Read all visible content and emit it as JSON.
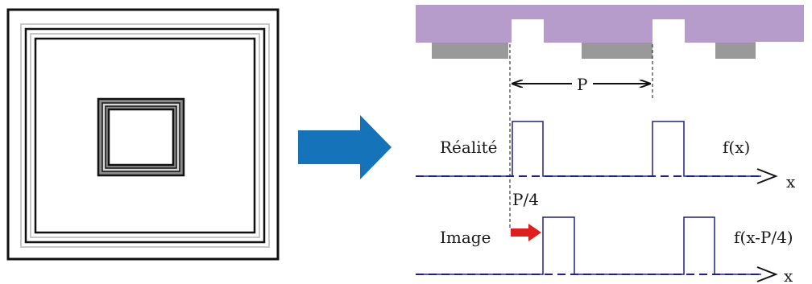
{
  "labels": {
    "period": "P",
    "reality": "Réalité",
    "reality_function": "f(x)",
    "axis_top": "x",
    "shift": "P/4",
    "image": "Image",
    "image_function": "f(x-P/4)",
    "axis_bottom": "x"
  },
  "colors": {
    "mask": "#b69ccb",
    "substrate": "#999999",
    "arrow_main": "#1573ba",
    "shift_arrow": "#e11d1d",
    "signal": "#1f1f8f",
    "axis": "#1f1f8f"
  }
}
